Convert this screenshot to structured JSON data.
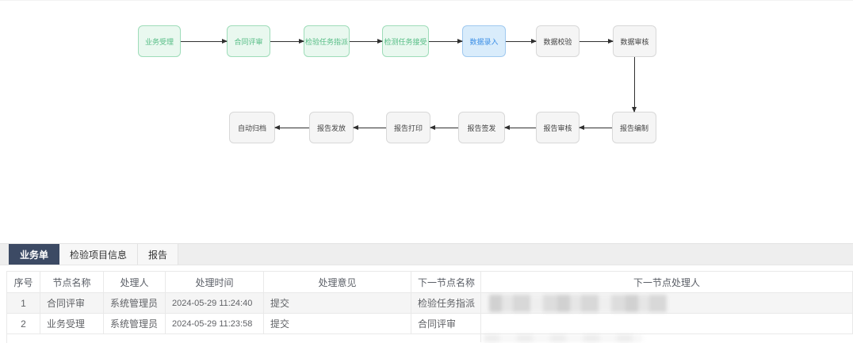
{
  "flowchart": {
    "nodes": [
      {
        "label": "业务受理",
        "status": "done"
      },
      {
        "label": "合同评审",
        "status": "done"
      },
      {
        "label": "检验任务指派",
        "status": "done"
      },
      {
        "label": "检测任务接受",
        "status": "done"
      },
      {
        "label": "数据录入",
        "status": "current"
      },
      {
        "label": "数据校验",
        "status": "pending"
      },
      {
        "label": "数据审核",
        "status": "pending"
      },
      {
        "label": "报告编制",
        "status": "pending"
      },
      {
        "label": "报告审核",
        "status": "pending"
      },
      {
        "label": "报告签发",
        "status": "pending"
      },
      {
        "label": "报告打印",
        "status": "pending"
      },
      {
        "label": "报告发放",
        "status": "pending"
      },
      {
        "label": "自动归档",
        "status": "pending"
      }
    ]
  },
  "tabs": [
    {
      "label": "业务单",
      "active": true
    },
    {
      "label": "检验项目信息",
      "active": false
    },
    {
      "label": "报告",
      "active": false
    }
  ],
  "table": {
    "columns": [
      "序号",
      "节点名称",
      "处理人",
      "处理时间",
      "处理意见",
      "下一节点名称",
      "下一节点处理人"
    ],
    "rows": [
      {
        "cells": [
          "1",
          "合同评审",
          "系统管理员",
          "2024-05-29 11:24:40",
          "提交",
          "检验任务指派",
          ""
        ],
        "next_handler_redacted": true
      },
      {
        "cells": [
          "2",
          "业务受理",
          "系统管理员",
          "2024-05-29 11:23:58",
          "提交",
          "合同评审",
          ""
        ],
        "next_handler_redacted": false
      }
    ]
  },
  "colors": {
    "node_done_bg": "#e9f8ef",
    "node_done_border": "#9edcb9",
    "node_done_text": "#55bd85",
    "node_current_bg": "#d9ecfb",
    "node_current_border": "#a0c9ef",
    "node_current_text": "#3a8ee6",
    "node_pending_bg": "#f5f5f5",
    "node_pending_border": "#d8d8d8",
    "tab_active_bg": "#3c4a64",
    "tab_active_text": "#ffffff",
    "tab_bar_bg": "#eeeeee",
    "row_stripe_bg": "#f5f5f5",
    "grid_border": "#e9e9e9",
    "arrow": "#303030"
  }
}
